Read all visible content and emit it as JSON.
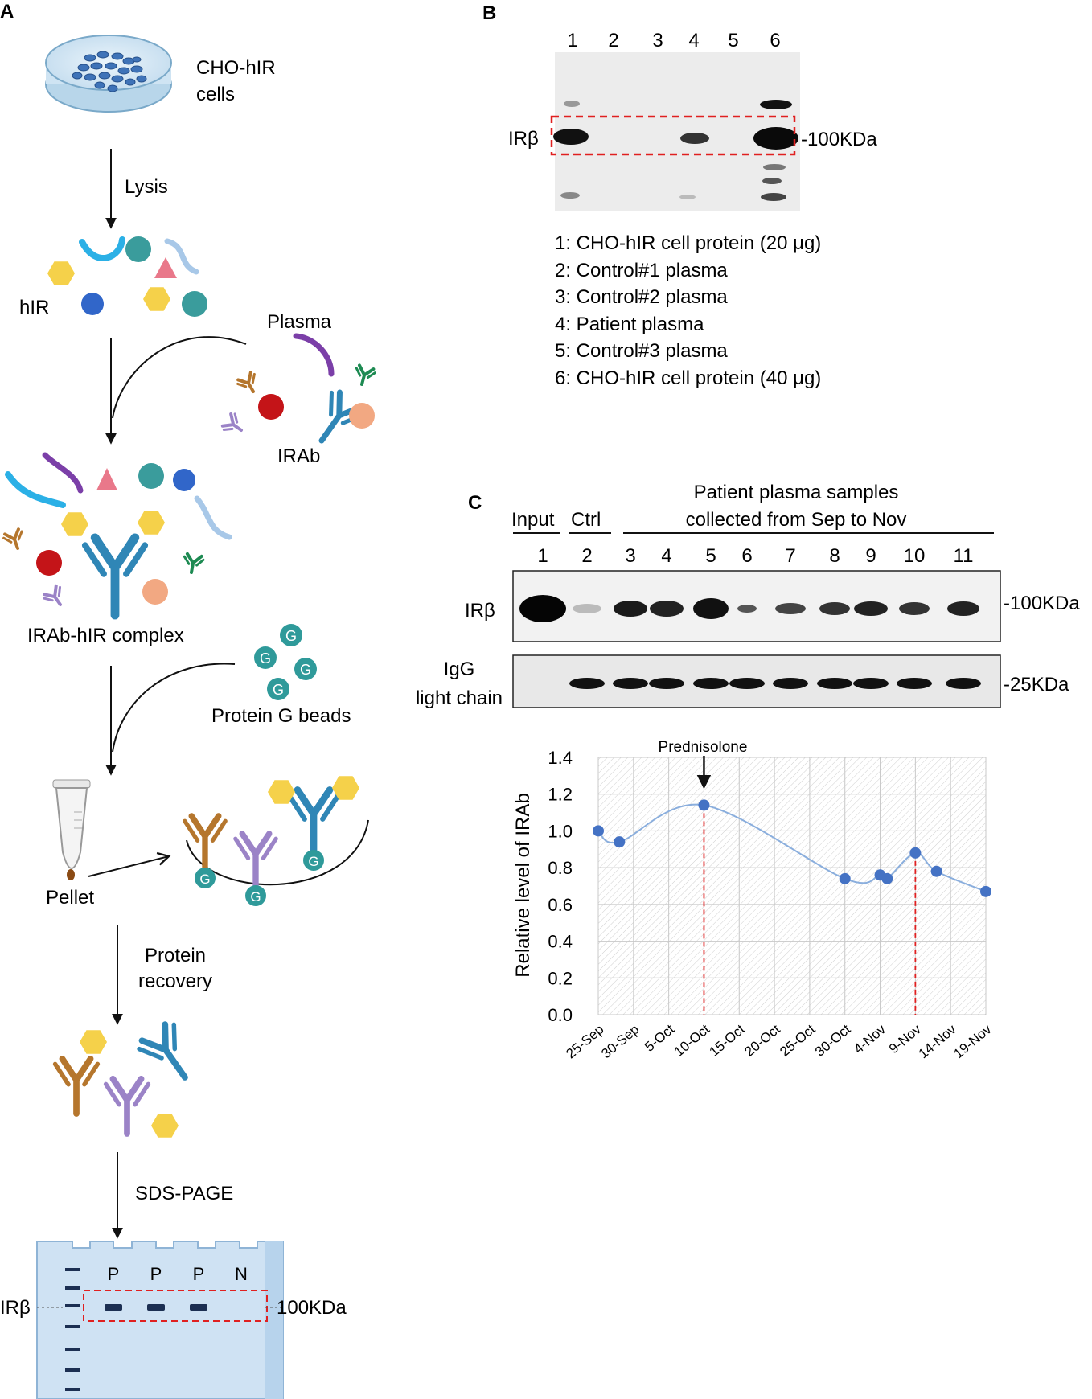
{
  "panel_a": {
    "letter": "A",
    "cells_line1": "CHO-hIR",
    "cells_line2": "cells",
    "lysis": "Lysis",
    "hir": "hIR",
    "plasma": "Plasma",
    "irab": "IRAb",
    "complex": "IRAb-hIR complex",
    "protein_g_beads": "Protein G beads",
    "bead_letter": "G",
    "pellet": "Pellet",
    "recovery_line1": "Protein",
    "recovery_line2": "recovery",
    "sds_page": "SDS-PAGE",
    "gel_ir_label": "IRβ",
    "gel_marker": "100KDa",
    "gel_lanes": [
      "P",
      "P",
      "P",
      "N"
    ]
  },
  "panel_b": {
    "letter": "B",
    "lane_numbers": [
      "1",
      "2",
      "3",
      "4",
      "5",
      "6"
    ],
    "ir_label": "IRβ",
    "marker": "-100KDa",
    "legend": [
      "1: CHO-hIR cell protein (20 μg)",
      "2: Control#1 plasma",
      "3: Control#2 plasma",
      "4: Patient plasma",
      "5: Control#3 plasma",
      "6: CHO-hIR cell protein (40 μg)"
    ]
  },
  "panel_c": {
    "letter": "C",
    "input": "Input",
    "ctrl": "Ctrl",
    "samples_line1": "Patient plasma samples",
    "samples_line2": "collected from Sep to Nov",
    "lane_numbers": [
      "1",
      "2",
      "3",
      "4",
      "5",
      "6",
      "7",
      "8",
      "9",
      "10",
      "11"
    ],
    "ir_label": "IRβ",
    "igg_line1": "IgG",
    "igg_line2": "light chain",
    "marker_100": "-100KDa",
    "marker_25": "-25KDa"
  },
  "chart_data": {
    "type": "scatter",
    "title": "",
    "xlabel": "",
    "ylabel": "Relative level of IRAb",
    "ylim": [
      0,
      1.4
    ],
    "yticks": [
      "0.0",
      "0.2",
      "0.4",
      "0.6",
      "0.8",
      "1.0",
      "1.2",
      "1.4"
    ],
    "xticks": [
      "25-Sep",
      "30-Sep",
      "5-Oct",
      "10-Oct",
      "15-Oct",
      "20-Oct",
      "25-Oct",
      "30-Oct",
      "4-Nov",
      "9-Nov",
      "14-Nov",
      "19-Nov"
    ],
    "x": [
      "25-Sep",
      "28-Sep",
      "10-Oct",
      "30-Oct",
      "4-Nov",
      "5-Nov",
      "9-Nov",
      "12-Nov",
      "19-Nov"
    ],
    "values": [
      1.0,
      0.94,
      1.14,
      0.74,
      0.76,
      0.74,
      0.88,
      0.78,
      0.67
    ],
    "annotation": "Prednisolone",
    "markers": [
      "10-Oct",
      "9-Nov"
    ],
    "grid": true,
    "colors": {
      "line": "#8aaedd",
      "point": "#4472c4",
      "marker_line": "#e02020"
    }
  }
}
